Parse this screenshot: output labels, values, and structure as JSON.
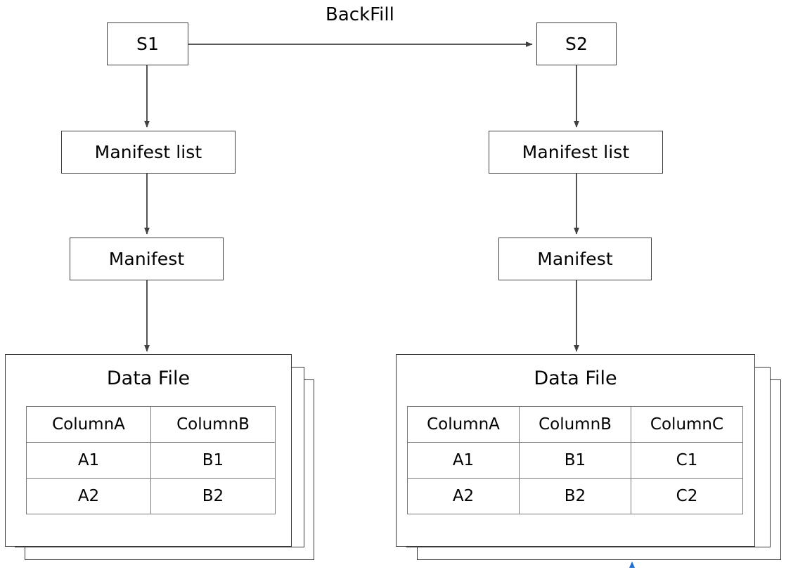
{
  "diagram": {
    "edge_label": "BackFill",
    "accent_color": "#1f6fd0",
    "line_color": "#404040",
    "left_branch": {
      "snapshot": "S1",
      "manifest_list": "Manifest list",
      "manifest": "Manifest",
      "data_file_title": "Data File",
      "table": {
        "headers": [
          "ColumnA",
          "ColumnB"
        ],
        "rows": [
          [
            "A1",
            "B1"
          ],
          [
            "A2",
            "B2"
          ]
        ]
      }
    },
    "right_branch": {
      "snapshot": "S2",
      "manifest_list": "Manifest list",
      "manifest": "Manifest",
      "data_file_title": "Data File",
      "table": {
        "headers": [
          "ColumnA",
          "ColumnB",
          "ColumnC"
        ],
        "rows": [
          [
            "A1",
            "B1",
            "C1"
          ],
          [
            "A2",
            "B2",
            "C2"
          ]
        ]
      }
    }
  }
}
